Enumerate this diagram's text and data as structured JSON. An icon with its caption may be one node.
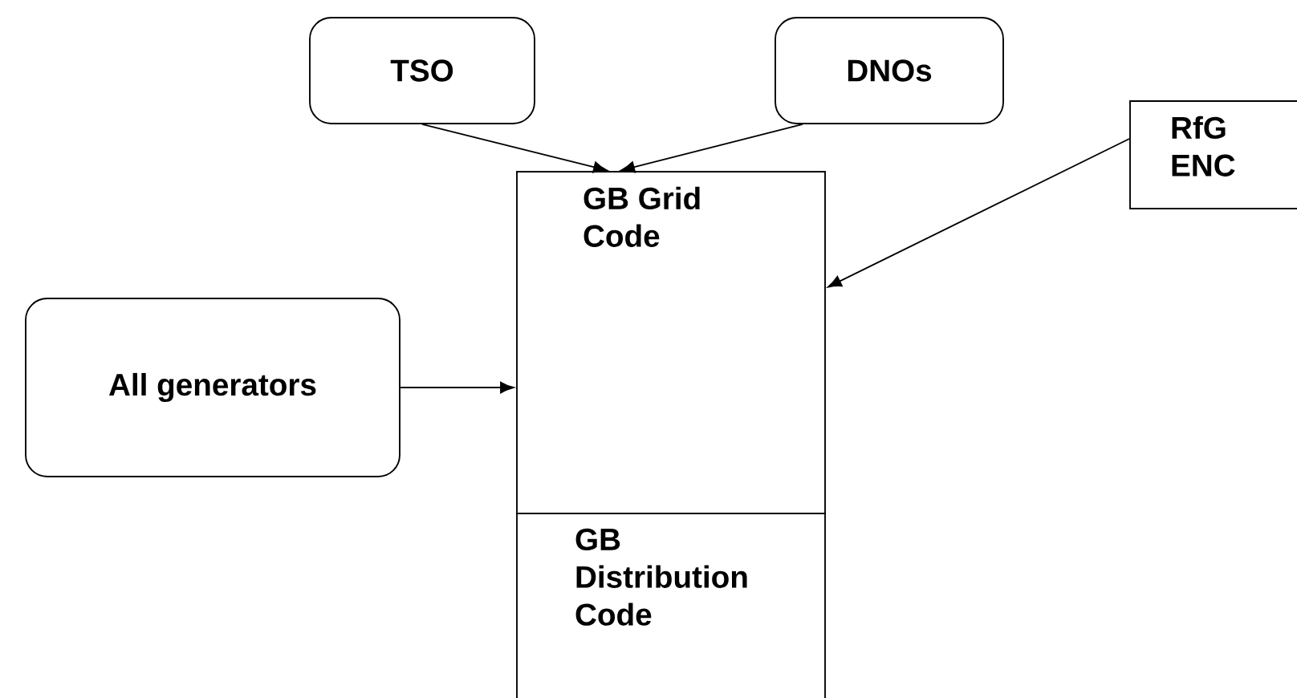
{
  "diagram": {
    "nodes": [
      {
        "text": [
          "TSO"
        ]
      },
      {
        "text": [
          "DNOs"
        ]
      },
      {
        "text": [
          "RfG ENC"
        ]
      },
      {
        "text": [
          "GB Grid Code"
        ]
      },
      {
        "text": [
          "GB Distribution Code"
        ]
      },
      {
        "text": [
          "All generators"
        ]
      }
    ],
    "edges": [
      {
        "from": 0,
        "to": 3,
        "arrow": "to"
      },
      {
        "from": 1,
        "to": 3,
        "arrow": "to"
      },
      {
        "from": 2,
        "to": 3,
        "arrow": "to"
      },
      {
        "from": 5,
        "to": 3,
        "arrow": "to"
      }
    ]
  }
}
